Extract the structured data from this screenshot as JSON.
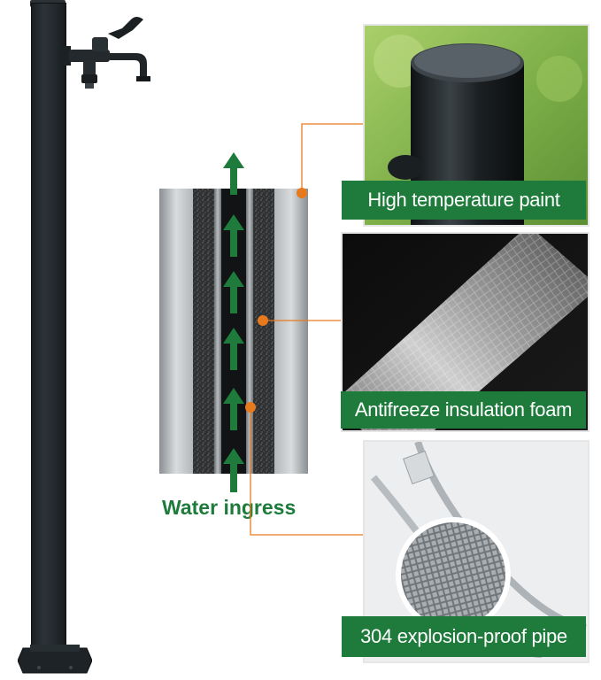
{
  "labels": {
    "paint": "High temperature paint",
    "foam": "Antifreeze insulation foam",
    "pipe": "304 explosion-proof pipe",
    "water": "Water ingress"
  },
  "colors": {
    "label_green": "#1e7b3b",
    "arrow_green": "#1e7b3b",
    "callout_orange": "#e87a1e",
    "post_black": "#22292d"
  },
  "icons": [
    "faucet-icon",
    "up-arrow-icon"
  ]
}
